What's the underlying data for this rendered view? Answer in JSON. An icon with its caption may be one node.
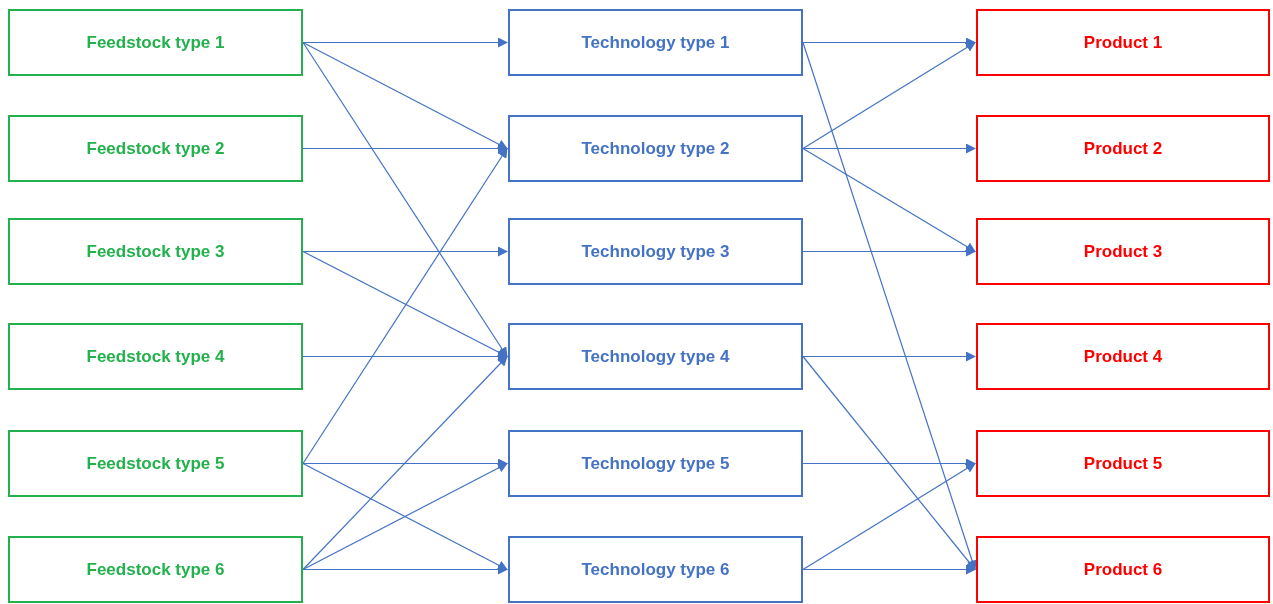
{
  "diagram": {
    "nodes": [
      {
        "text": [
          "Feedstock type 1"
        ]
      },
      {
        "text": [
          "Feedstock type 2"
        ]
      },
      {
        "text": [
          "Feedstock type 3"
        ]
      },
      {
        "text": [
          "Feedstock type 4"
        ]
      },
      {
        "text": [
          "Feedstock type 5"
        ]
      },
      {
        "text": [
          "Feedstock type 6"
        ]
      },
      {
        "text": [
          "Technology type 1"
        ]
      },
      {
        "text": [
          "Technology type 2"
        ]
      },
      {
        "text": [
          "Technology type 3"
        ]
      },
      {
        "text": [
          "Technology type 4"
        ]
      },
      {
        "text": [
          "Technology type 5"
        ]
      },
      {
        "text": [
          "Technology type 6"
        ]
      },
      {
        "text": [
          "Product 1"
        ]
      },
      {
        "text": [
          "Product 2"
        ]
      },
      {
        "text": [
          "Product 3"
        ]
      },
      {
        "text": [
          "Product 4"
        ]
      },
      {
        "text": [
          "Product 5"
        ]
      },
      {
        "text": [
          "Product 6"
        ]
      }
    ],
    "edges": [
      {
        "from": 0,
        "to": 6,
        "arrow": "to"
      },
      {
        "from": 0,
        "to": 7,
        "arrow": "to"
      },
      {
        "from": 0,
        "to": 9,
        "arrow": "to"
      },
      {
        "from": 1,
        "to": 7,
        "arrow": "to"
      },
      {
        "from": 2,
        "to": 8,
        "arrow": "to"
      },
      {
        "from": 2,
        "to": 9,
        "arrow": "to"
      },
      {
        "from": 3,
        "to": 9,
        "arrow": "to"
      },
      {
        "from": 4,
        "to": 7,
        "arrow": "to"
      },
      {
        "from": 4,
        "to": 10,
        "arrow": "to"
      },
      {
        "from": 4,
        "to": 11,
        "arrow": "to"
      },
      {
        "from": 5,
        "to": 9,
        "arrow": "to"
      },
      {
        "from": 5,
        "to": 10,
        "arrow": "to"
      },
      {
        "from": 5,
        "to": 11,
        "arrow": "to"
      },
      {
        "from": 6,
        "to": 12,
        "arrow": "to"
      },
      {
        "from": 6,
        "to": 17,
        "arrow": "to"
      },
      {
        "from": 7,
        "to": 12,
        "arrow": "to"
      },
      {
        "from": 7,
        "to": 13,
        "arrow": "to"
      },
      {
        "from": 7,
        "to": 14,
        "arrow": "to"
      },
      {
        "from": 8,
        "to": 14,
        "arrow": "to"
      },
      {
        "from": 9,
        "to": 15,
        "arrow": "to"
      },
      {
        "from": 9,
        "to": 17,
        "arrow": "to"
      },
      {
        "from": 10,
        "to": 16,
        "arrow": "to"
      },
      {
        "from": 11,
        "to": 16,
        "arrow": "to"
      },
      {
        "from": 11,
        "to": 17,
        "arrow": "to"
      }
    ]
  }
}
